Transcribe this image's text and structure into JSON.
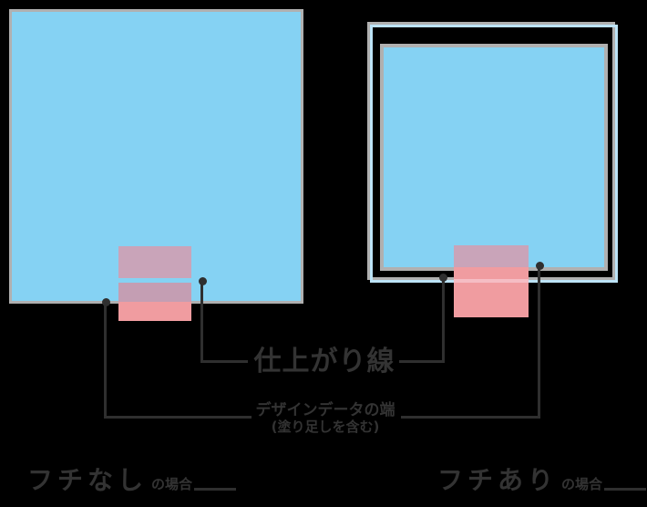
{
  "diagram": {
    "middle_callout_label": "仕上がり線",
    "lower_callout_label_line1": "デザインデータの端",
    "lower_callout_label_line2": "(塗り足しを含む)",
    "caption_left": {
      "main": "フチなし",
      "sub": "の場合"
    },
    "caption_right": {
      "main": "フチあり",
      "sub": "の場合"
    }
  },
  "colors": {
    "background": "#000000",
    "canvas_blue": "#85D2F3",
    "border_gray": "#B0B0B0",
    "frame_light_blue": "#BCE3F7",
    "pink_soft": "#C9A4B9",
    "pink_soft_2": "#C49EB3",
    "pink_bright": "#F09CA0",
    "pink_highlight": "#F5BDC4",
    "callout_dark": "#2F2F2F",
    "text_dark": "#333333"
  }
}
